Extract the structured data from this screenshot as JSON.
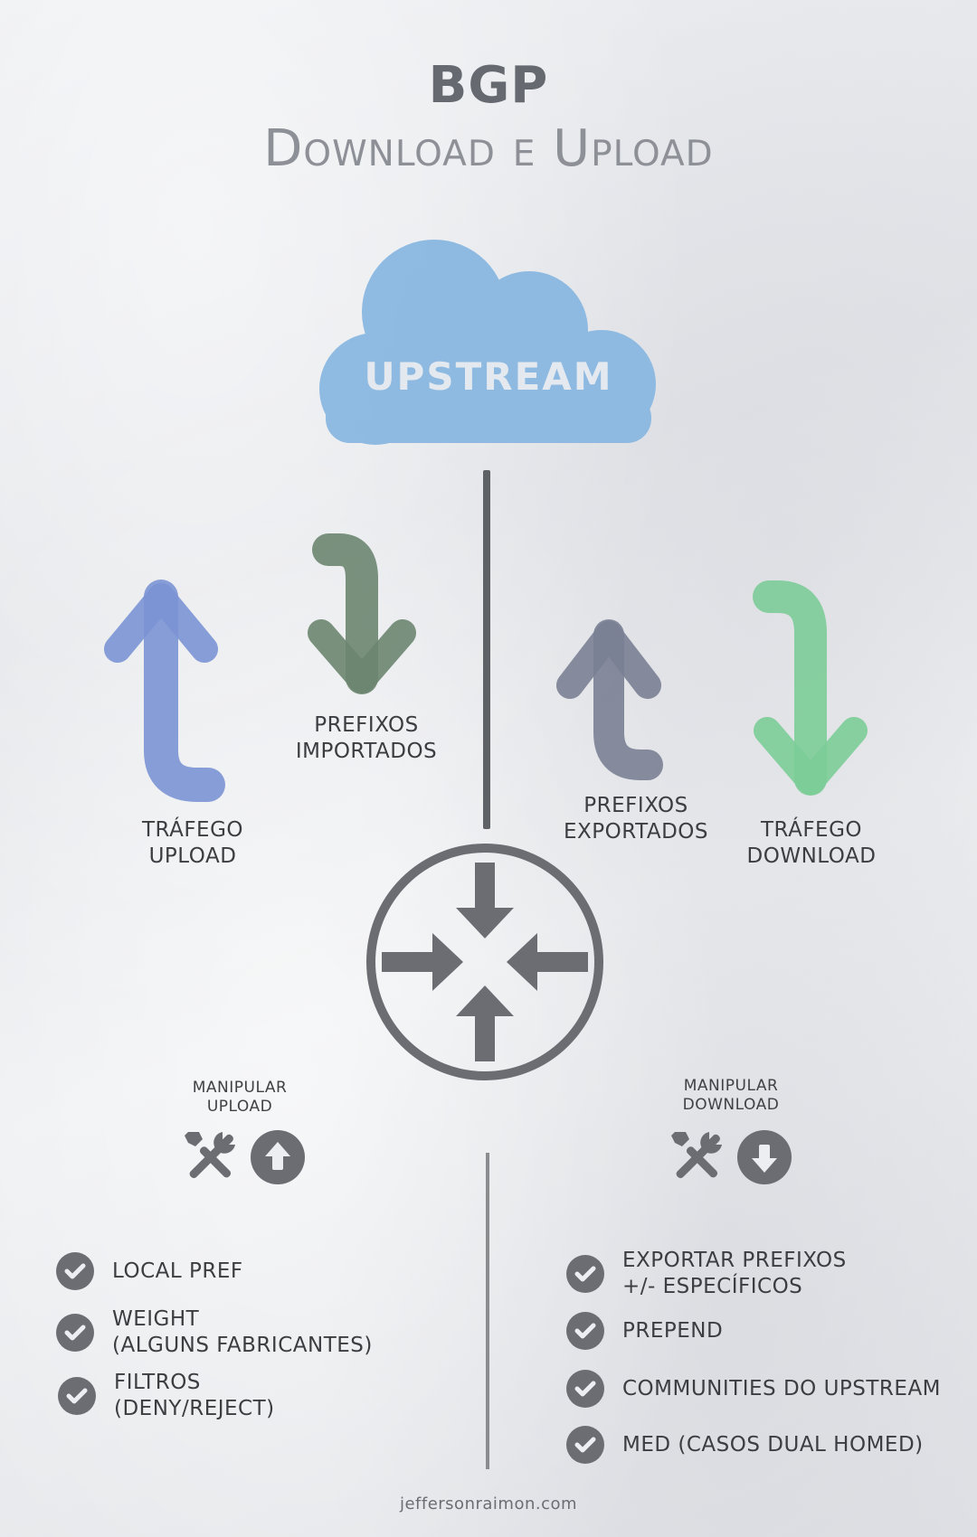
{
  "title": {
    "main": "BGP",
    "subtitle": "Download e Upload"
  },
  "cloud": {
    "label": "UPSTREAM",
    "color": "#8ab8e2"
  },
  "arrows": {
    "upload_traffic": {
      "label_line1": "TRÁFEGO",
      "label_line2": "UPLOAD",
      "color": "#7b93d4"
    },
    "imported_prefixes": {
      "label_line1": "PREFIXOS",
      "label_line2": "IMPORTADOS",
      "color": "#6c8570"
    },
    "exported_prefixes": {
      "label_line1": "PREFIXOS",
      "label_line2": "EXPORTADOS",
      "color": "#7a7f94"
    },
    "download_traffic": {
      "label_line1": "TRÁFEGO",
      "label_line2": "DOWNLOAD",
      "color": "#7ccc97"
    }
  },
  "router": {
    "icon": "router-icon",
    "color": "#6b6d72"
  },
  "manipulate": {
    "upload": {
      "line1": "MANIPULAR",
      "line2": "UPLOAD",
      "icons": [
        "tools-icon",
        "arrow-up-circle-icon"
      ]
    },
    "download": {
      "line1": "MANIPULAR",
      "line2": "DOWNLOAD",
      "icons": [
        "tools-icon",
        "arrow-down-circle-icon"
      ]
    }
  },
  "upload_list": [
    {
      "text": "LOCAL PREF"
    },
    {
      "text": "WEIGHT\n(ALGUNS FABRICANTES)"
    },
    {
      "text": "FILTROS\n(DENY/REJECT)"
    }
  ],
  "download_list": [
    {
      "text": "EXPORTAR PREFIXOS\n +/- ESPECÍFICOS"
    },
    {
      "text": "PREPEND"
    },
    {
      "text": "COMMUNITIES DO UPSTREAM"
    },
    {
      "text": "MED (CASOS DUAL HOMED)"
    }
  ],
  "footer": "jeffersonraimon.com",
  "colors": {
    "icon_gray": "#6b6d72",
    "text": "#3b3d41"
  }
}
